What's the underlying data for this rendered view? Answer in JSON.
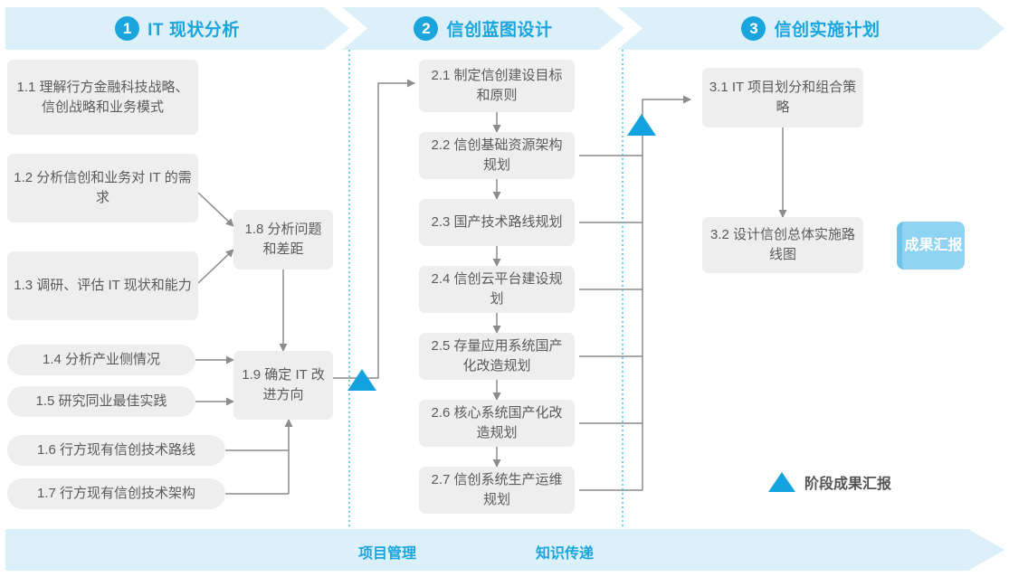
{
  "phases": [
    {
      "number": "1",
      "title": "IT 现状分析"
    },
    {
      "number": "2",
      "title": "信创蓝图设计"
    },
    {
      "number": "3",
      "title": "信创实施计划"
    }
  ],
  "phase1_boxes": [
    {
      "id": "1.1",
      "label": "1.1 理解行方金融科技战略、信创战略和业务模式"
    },
    {
      "id": "1.2",
      "label": "1.2 分析信创和业务对 IT 的需求"
    },
    {
      "id": "1.3",
      "label": "1.3 调研、评估 IT 现状和能力"
    },
    {
      "id": "1.4",
      "label": "1.4 分析产业侧情况"
    },
    {
      "id": "1.5",
      "label": "1.5 研究同业最佳实践"
    },
    {
      "id": "1.6",
      "label": "1.6 行方现有信创技术路线"
    },
    {
      "id": "1.7",
      "label": "1.7 行方现有信创技术架构"
    },
    {
      "id": "1.8",
      "label": "1.8 分析问题和差距"
    },
    {
      "id": "1.9",
      "label": "1.9 确定 IT 改进方向"
    }
  ],
  "phase2_boxes": [
    {
      "id": "2.1",
      "label": "2.1 制定信创建设目标和原则"
    },
    {
      "id": "2.2",
      "label": "2.2 信创基础资源架构规划"
    },
    {
      "id": "2.3",
      "label": "2.3 国产技术路线规划"
    },
    {
      "id": "2.4",
      "label": "2.4 信创云平台建设规划"
    },
    {
      "id": "2.5",
      "label": "2.5 存量应用系统国产化改造规划"
    },
    {
      "id": "2.6",
      "label": "2.6 核心系统国产化改造规划"
    },
    {
      "id": "2.7",
      "label": "2.7 信创系统生产运维规划"
    }
  ],
  "phase3_boxes": [
    {
      "id": "3.1",
      "label": "3.1 IT 项目划分和组合策略"
    },
    {
      "id": "3.2",
      "label": "3.2 设计信创总体实施路线图"
    }
  ],
  "result": {
    "label": "成果汇报"
  },
  "legend": {
    "label": "阶段成果汇报",
    "icon": "triangle-milestone-icon"
  },
  "bottom": {
    "labels": [
      {
        "text": "项目管理"
      },
      {
        "text": "知识传递"
      }
    ]
  },
  "colors": {
    "brand_blue": "#1ba5dd",
    "band_blue": "#dcf0fa",
    "milestone_blue": "#12a2e0",
    "result_blue": "#8ed4f2",
    "box_gray": "#eeeeee",
    "text_gray": "#5b5b5b",
    "connector_gray": "#8c8c8c",
    "divider_blue": "#4ec3ea"
  }
}
